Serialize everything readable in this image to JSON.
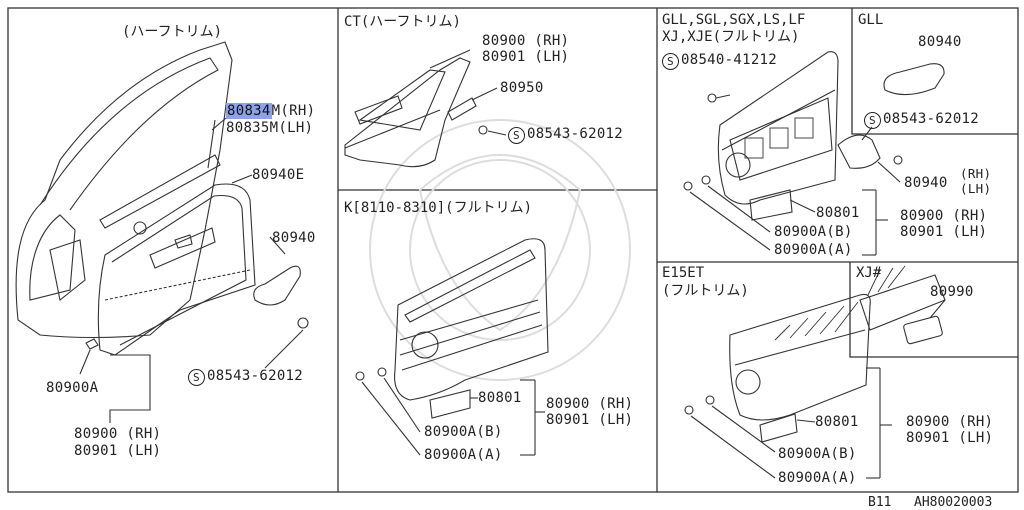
{
  "panels": {
    "left": {
      "title": "(ハーフトリム)",
      "labels": {
        "p80834m": "80834",
        "p80834m_suffix": "M(RH)",
        "p80835m": "80835M(LH)",
        "p80940e": "80940E",
        "p80940": "80940",
        "s08543": "08543-62012",
        "p80900a": "80900A",
        "p80900": "80900 (RH)",
        "p80901": "80901 (LH)"
      }
    },
    "ct": {
      "title": "CT(ハーフトリム)",
      "labels": {
        "p80900": "80900 (RH)",
        "p80901": "80901 (LH)",
        "p80950": "80950",
        "s08543": "08543-62012"
      }
    },
    "k": {
      "title": "K[8110-8310](フルトリム)",
      "labels": {
        "p80801": "80801",
        "p80900": "80900 (RH)",
        "p80901": "80901 (LH)",
        "p80900ab": "80900A(B)",
        "p80900aa": "80900A(A)"
      }
    },
    "gll_group": {
      "title_line1": "GLL,SGL,SGX,LS,LF",
      "title_line2": "XJ,XJE(フルトリム)",
      "labels": {
        "s08540": "08540-41212",
        "p80940": "80940",
        "p80940_rh": "(RH)",
        "p80940_lh": "(LH)",
        "p80801": "80801",
        "p80900": "80900 (RH)",
        "p80901": "80901 (LH)",
        "p80900ab": "80900A(B)",
        "p80900aa": "80900A(A)"
      }
    },
    "gll": {
      "title": "GLL",
      "labels": {
        "p80940": "80940",
        "s08543": "08543-62012"
      }
    },
    "e15et": {
      "title_line1": "E15ET",
      "title_line2": "(フルトリム)",
      "labels": {
        "p80801": "80801",
        "p80900": "80900 (RH)",
        "p80901": "80901 (LH)",
        "p80900ab": "80900A(B)",
        "p80900aa": "80900A(A)"
      }
    },
    "xj": {
      "title": "XJ#",
      "labels": {
        "p80990": "80990"
      }
    }
  },
  "s_mark": "S",
  "footer": {
    "page": "B11",
    "code": "AH80020003"
  }
}
